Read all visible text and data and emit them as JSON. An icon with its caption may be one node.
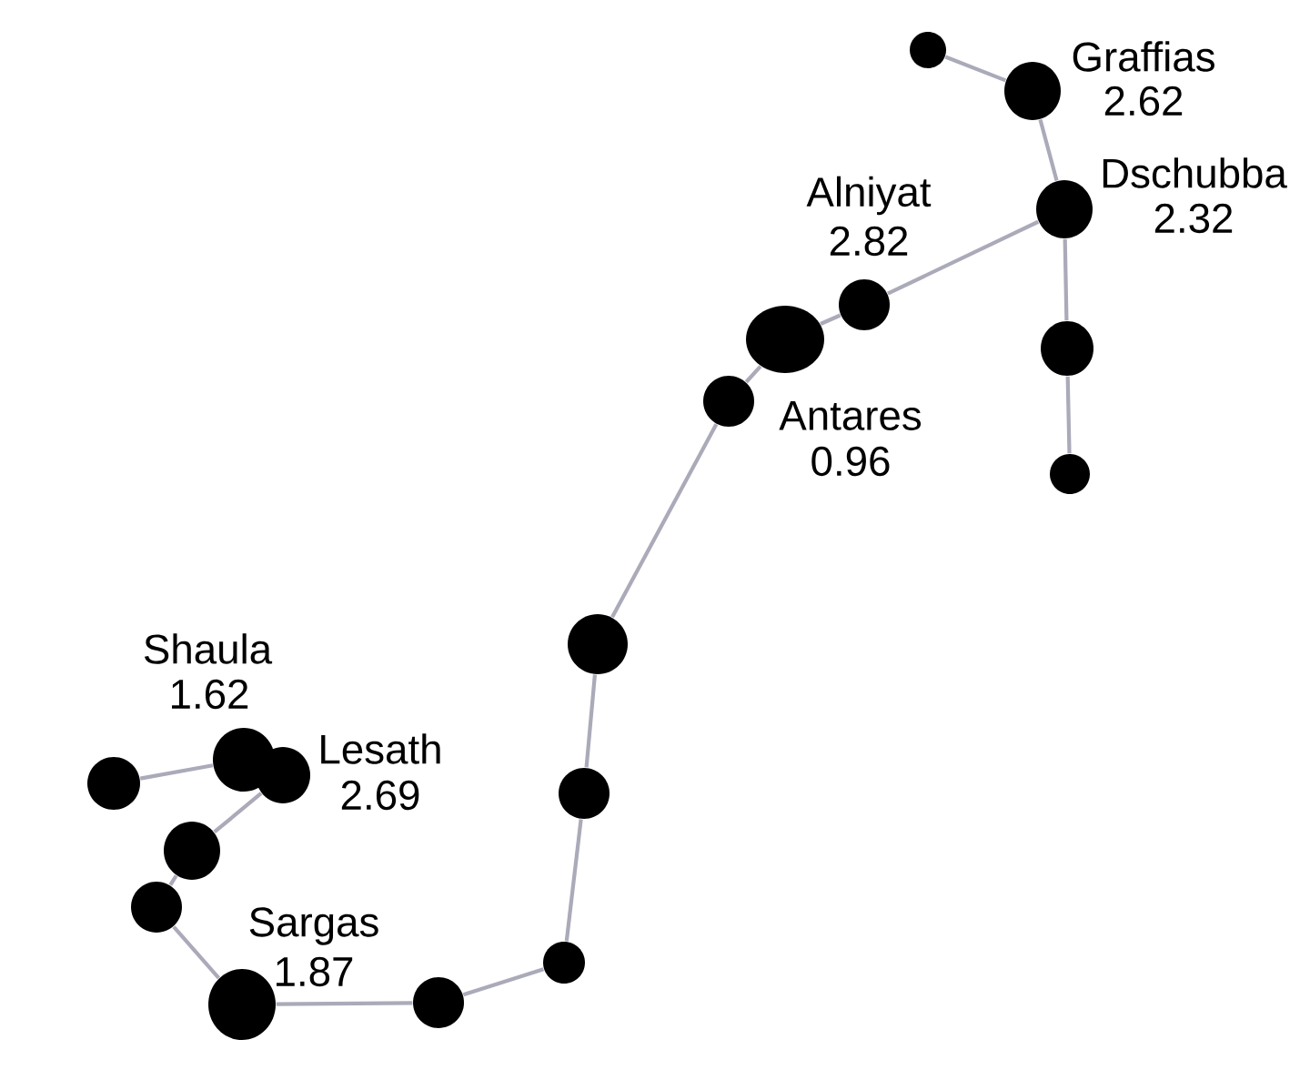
{
  "diagram": {
    "nodes": [
      {
        "text": [],
        "shape": "circle"
      },
      {
        "text": [],
        "shape": "circle",
        "beside": [
          "Graffias",
          "2.62"
        ]
      },
      {
        "text": [],
        "shape": "circle",
        "beside": [
          "Dschubba",
          "2.32"
        ]
      },
      {
        "text": [],
        "shape": "circle"
      },
      {
        "text": [],
        "shape": "circle"
      },
      {
        "text": [],
        "shape": "circle",
        "beside": [
          "Alniyat",
          "2.82"
        ]
      },
      {
        "text": [],
        "shape": "circle",
        "beside": [
          "Antares",
          "0.96"
        ]
      },
      {
        "text": [],
        "shape": "circle"
      },
      {
        "text": [],
        "shape": "circle"
      },
      {
        "text": [],
        "shape": "circle"
      },
      {
        "text": [],
        "shape": "circle"
      },
      {
        "text": [],
        "shape": "circle"
      },
      {
        "text": [],
        "shape": "circle",
        "beside": [
          "Sargas",
          "1.87"
        ]
      },
      {
        "text": [],
        "shape": "circle"
      },
      {
        "text": [],
        "shape": "circle"
      },
      {
        "text": [],
        "shape": "circle",
        "beside": [
          "Lesath",
          "2.69"
        ]
      },
      {
        "text": [],
        "shape": "circle",
        "beside": [
          "Shaula",
          "1.62"
        ]
      },
      {
        "text": [],
        "shape": "circle"
      }
    ],
    "edges": [
      {
        "from": 0,
        "to": 1,
        "arrow": "none"
      },
      {
        "from": 1,
        "to": 2,
        "arrow": "none"
      },
      {
        "from": 2,
        "to": 3,
        "arrow": "none"
      },
      {
        "from": 3,
        "to": 4,
        "arrow": "none"
      },
      {
        "from": 2,
        "to": 5,
        "arrow": "none"
      },
      {
        "from": 5,
        "to": 6,
        "arrow": "none"
      },
      {
        "from": 6,
        "to": 7,
        "arrow": "none"
      },
      {
        "from": 7,
        "to": 8,
        "arrow": "none"
      },
      {
        "from": 8,
        "to": 9,
        "arrow": "none"
      },
      {
        "from": 9,
        "to": 10,
        "arrow": "none"
      },
      {
        "from": 10,
        "to": 11,
        "arrow": "none"
      },
      {
        "from": 11,
        "to": 12,
        "arrow": "none"
      },
      {
        "from": 12,
        "to": 13,
        "arrow": "none"
      },
      {
        "from": 13,
        "to": 14,
        "arrow": "none"
      },
      {
        "from": 14,
        "to": 15,
        "arrow": "none"
      },
      {
        "from": 16,
        "to": 17,
        "arrow": "none"
      }
    ]
  }
}
